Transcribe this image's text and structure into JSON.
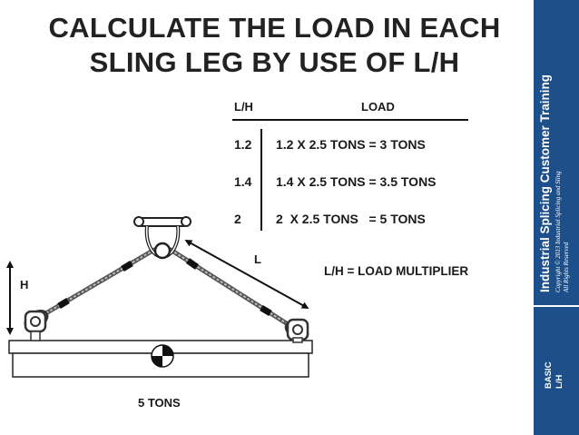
{
  "slide": {
    "title_line1": "CALCULATE THE LOAD IN EACH",
    "title_line2": "SLING LEG BY USE OF L/H"
  },
  "table": {
    "header_lh": "L/H",
    "header_load": "LOAD",
    "rows": [
      {
        "lh": "1.2",
        "load": "1.2 X 2.5 TONS = 3 TONS"
      },
      {
        "lh": "1.4",
        "load": "1.4 X 2.5 TONS = 3.5 TONS"
      },
      {
        "lh": "2",
        "load": "2  X 2.5 TONS   = 5 TONS"
      }
    ]
  },
  "diagram": {
    "label_h": "H",
    "label_l": "L",
    "label_weight": "5 TONS"
  },
  "formula": "L/H = LOAD MULTIPLIER",
  "sidebar": {
    "company": "Industrial Splicing Customer Training",
    "copyright_line1": "Copyright © 2013 Industrial Splicing and Sling",
    "copyright_line2": "All Rights Reserved",
    "section_line1": "BASIC",
    "section_line2": "L/H"
  },
  "colors": {
    "sidebar_bg": "#1d4f8a",
    "text": "#1a1a1a"
  }
}
